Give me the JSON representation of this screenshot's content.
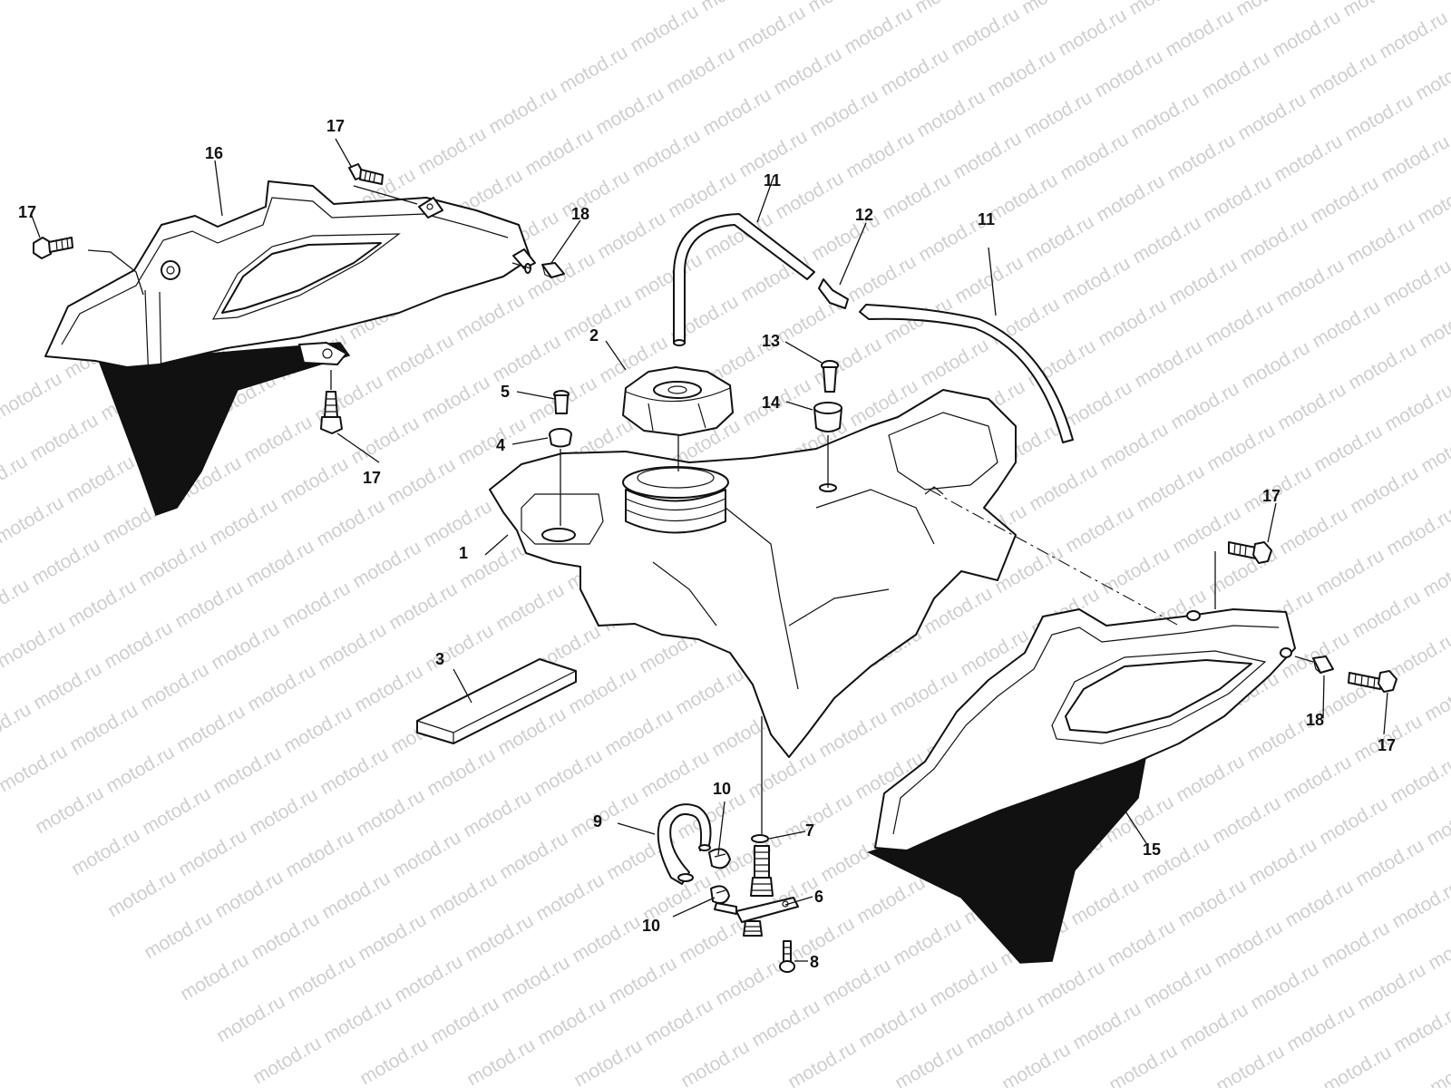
{
  "diagram": {
    "watermark": "motod.ru",
    "callouts": [
      {
        "id": "c1",
        "label": "1"
      },
      {
        "id": "c2",
        "label": "2"
      },
      {
        "id": "c3",
        "label": "3"
      },
      {
        "id": "c4",
        "label": "4"
      },
      {
        "id": "c5",
        "label": "5"
      },
      {
        "id": "c6",
        "label": "6"
      },
      {
        "id": "c7",
        "label": "7"
      },
      {
        "id": "c8",
        "label": "8"
      },
      {
        "id": "c9",
        "label": "9"
      },
      {
        "id": "c10a",
        "label": "10"
      },
      {
        "id": "c10b",
        "label": "10"
      },
      {
        "id": "c11a",
        "label": "11"
      },
      {
        "id": "c11b",
        "label": "11"
      },
      {
        "id": "c12",
        "label": "12"
      },
      {
        "id": "c13",
        "label": "13"
      },
      {
        "id": "c14",
        "label": "14"
      },
      {
        "id": "c15",
        "label": "15"
      },
      {
        "id": "c16",
        "label": "16"
      },
      {
        "id": "c17a",
        "label": "17"
      },
      {
        "id": "c17b",
        "label": "17"
      },
      {
        "id": "c17c",
        "label": "17"
      },
      {
        "id": "c17d",
        "label": "17"
      },
      {
        "id": "c17e",
        "label": "17"
      },
      {
        "id": "c18a",
        "label": "18"
      },
      {
        "id": "c18b",
        "label": "18"
      }
    ]
  }
}
